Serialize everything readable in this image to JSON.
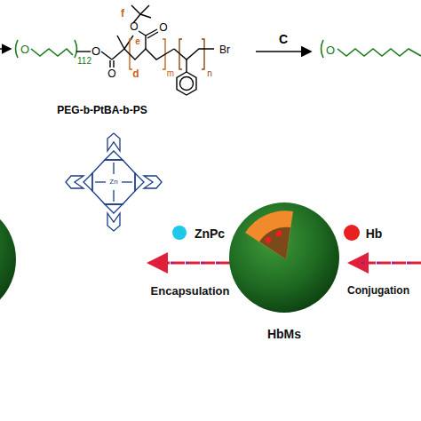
{
  "diagram": {
    "nodes": [
      {
        "text": [
          "HbMs"
        ]
      }
    ],
    "labels": [
      "O",
      "112",
      "O",
      "O",
      "f",
      "O",
      "O",
      "e",
      "d",
      "m",
      "n",
      "Br",
      "PEG-b-PtBA-b-PS",
      "C",
      "O",
      "Zn",
      "ZnPc",
      "Encapsulation",
      "Hb",
      "Conjugation"
    ]
  }
}
